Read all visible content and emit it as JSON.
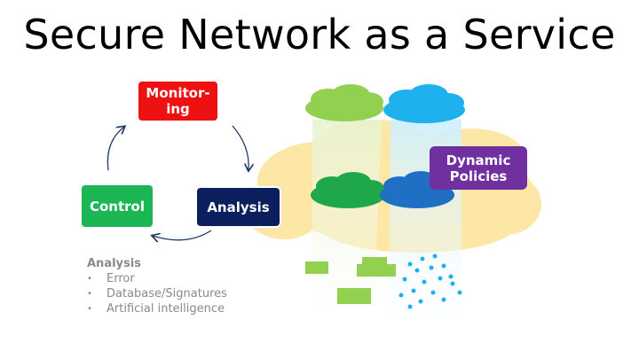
{
  "title": "Secure Network as a Service",
  "cycle": {
    "monitoring": "Monitor-\ning",
    "analysis": "Analysis",
    "control": "Control"
  },
  "policies_label": "Dynamic\nPolicies",
  "notes": {
    "heading": "Analysis",
    "items": [
      "Error",
      "Database/Signatures",
      "Artificial intelligence"
    ]
  },
  "colors": {
    "monitoring": "#ee1111",
    "analysis": "#0b1f5c",
    "control": "#1db655",
    "policies": "#7030a0",
    "cloud_green": "#92d050",
    "cloud_blue": "#1fb0ee",
    "background_cloud": "#fde7a6"
  }
}
